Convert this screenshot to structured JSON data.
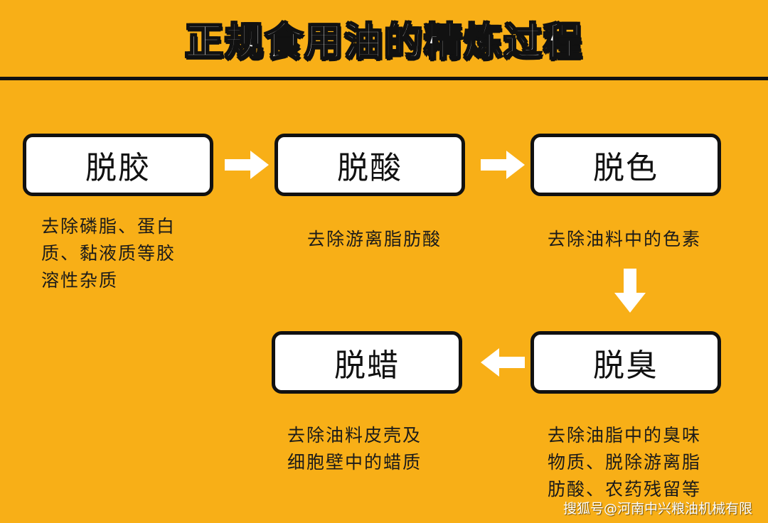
{
  "title": "正规食用油的精炼过程",
  "colors": {
    "background": "#F8AF17",
    "box": "#FFFFFF",
    "border": "#111111",
    "arrow": "#FFFFFF"
  },
  "steps": [
    {
      "label": "脱胶",
      "description": "去除磷脂、蛋白\n质、黏液质等胶\n溶性杂质"
    },
    {
      "label": "脱酸",
      "description": "去除游离脂肪酸"
    },
    {
      "label": "脱色",
      "description": "去除油料中的色素"
    },
    {
      "label": "脱臭",
      "description": "去除油脂中的臭味\n物质、脱除游离脂\n肪酸、农药残留等"
    },
    {
      "label": "脱蜡",
      "description": "去除油料皮壳及\n细胞壁中的蜡质"
    }
  ],
  "watermark": "搜狐号@河南中兴粮油机械有限"
}
